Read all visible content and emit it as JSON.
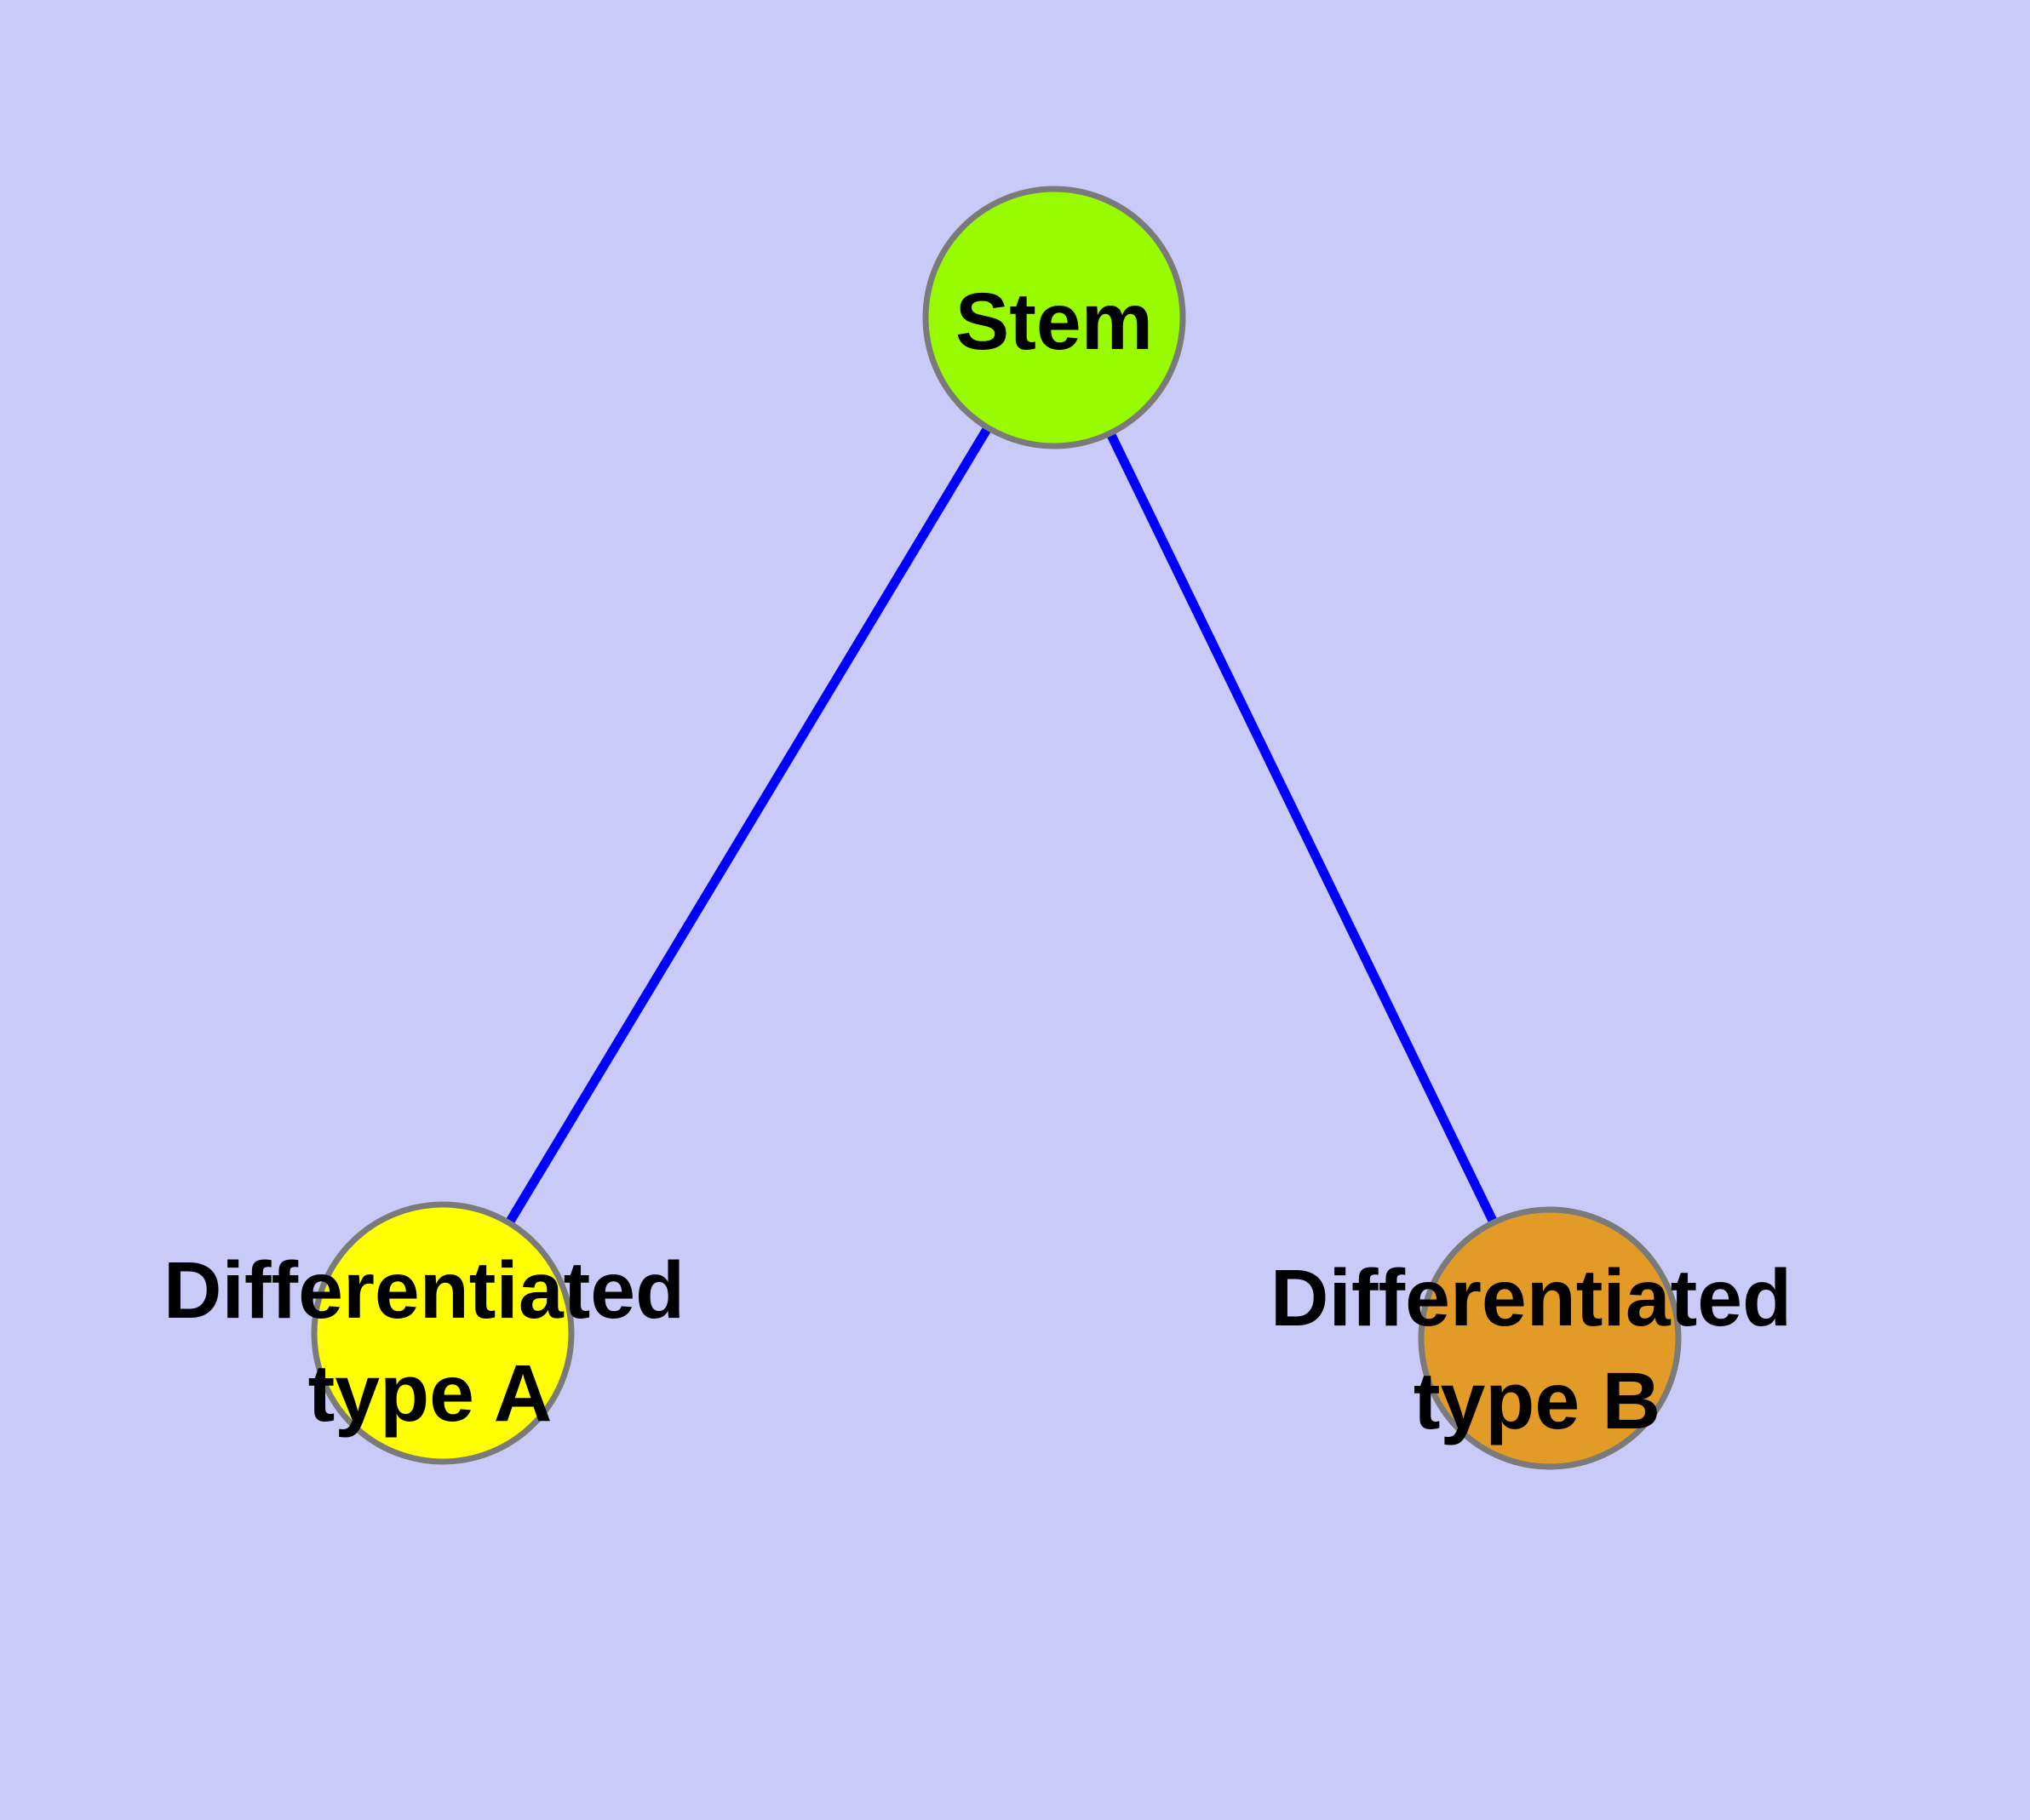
{
  "diagram": {
    "type": "graph",
    "background_color": "#CACAF9",
    "edge_color": "#0000FF",
    "node_border_color": "#7A7A7A",
    "label_color": "#000000",
    "nodes": [
      {
        "id": "stem",
        "label": "Stem",
        "line1": "Stem",
        "line2": "",
        "fill": "#99FB00"
      },
      {
        "id": "type-a",
        "label": "Differentiated type A",
        "line1": "Differentiated",
        "line2": "type A",
        "fill": "#FFFF00"
      },
      {
        "id": "type-b",
        "label": "Differentiated type B",
        "line1": "Differentiated",
        "line2": "type B",
        "fill": "#E39B28"
      }
    ],
    "edges": [
      {
        "source": "Stem",
        "target": "Differentiated type A"
      },
      {
        "source": "Stem",
        "target": "Differentiated type B"
      }
    ]
  }
}
